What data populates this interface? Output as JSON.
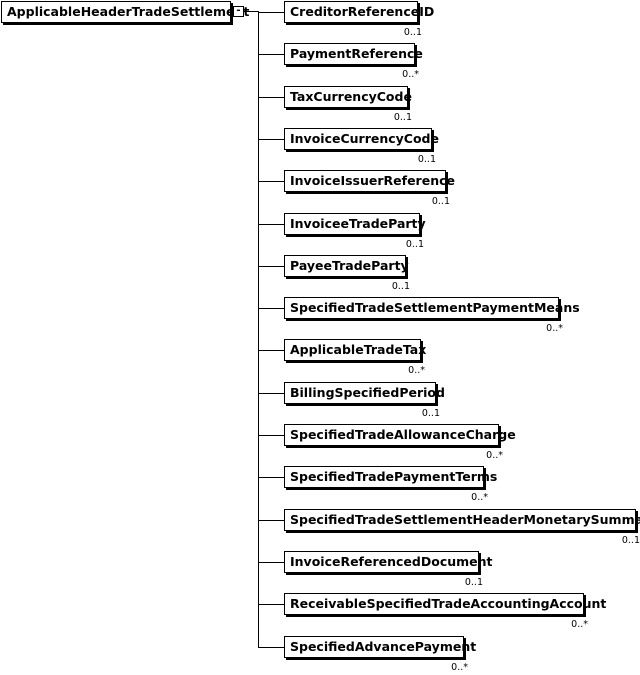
{
  "root": {
    "label": "ApplicableHeaderTradeSettlement",
    "toggle": "-"
  },
  "children": [
    {
      "label": "CreditorReferenceID",
      "card": "0..1"
    },
    {
      "label": "PaymentReference",
      "card": "0..*"
    },
    {
      "label": "TaxCurrencyCode",
      "card": "0..1"
    },
    {
      "label": "InvoiceCurrencyCode",
      "card": "0..1"
    },
    {
      "label": "InvoiceIssuerReference",
      "card": "0..1"
    },
    {
      "label": "InvoiceeTradeParty",
      "card": "0..1"
    },
    {
      "label": "PayeeTradeParty",
      "card": "0..1"
    },
    {
      "label": "SpecifiedTradeSettlementPaymentMeans",
      "card": "0..*"
    },
    {
      "label": "ApplicableTradeTax",
      "card": "0..*"
    },
    {
      "label": "BillingSpecifiedPeriod",
      "card": "0..1"
    },
    {
      "label": "SpecifiedTradeAllowanceCharge",
      "card": "0..*"
    },
    {
      "label": "SpecifiedTradePaymentTerms",
      "card": "0..*"
    },
    {
      "label": "SpecifiedTradeSettlementHeaderMonetarySummation",
      "card": "0..1"
    },
    {
      "label": "InvoiceReferencedDocument",
      "card": "0..1"
    },
    {
      "label": "ReceivableSpecifiedTradeAccountingAccount",
      "card": "0..*"
    },
    {
      "label": "SpecifiedAdvancePayment",
      "card": "0..*"
    }
  ]
}
